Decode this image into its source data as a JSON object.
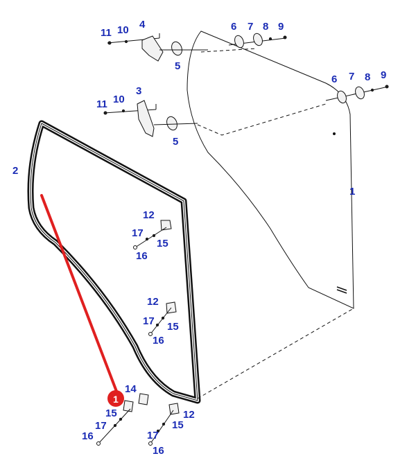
{
  "diagram": {
    "labels": {
      "l1": "1",
      "l2": "2",
      "l3": "3",
      "l4": "4",
      "l5a": "5",
      "l5b": "5",
      "l6a": "6",
      "l6b": "6",
      "l7a": "7",
      "l7b": "7",
      "l8a": "8",
      "l8b": "8",
      "l9a": "9",
      "l9b": "9",
      "l10a": "10",
      "l10b": "10",
      "l11a": "11",
      "l11b": "11",
      "l12a": "12",
      "l12b": "12",
      "l12c": "12",
      "l14": "14",
      "l15a": "15",
      "l15b": "15",
      "l15c": "15",
      "l15d": "15",
      "l16a": "16",
      "l16b": "16",
      "l16c": "16",
      "l16d": "16",
      "l17a": "17",
      "l17b": "17",
      "l17c": "17",
      "l17d": "17",
      "marker": "1"
    },
    "colors": {
      "label": "#1a2bb5",
      "highlight_line": "#e02020",
      "marker_fill": "#e02020",
      "outline": "#111111"
    }
  }
}
